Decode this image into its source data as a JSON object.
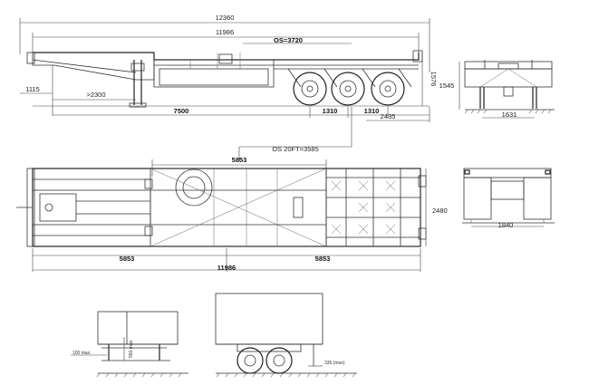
{
  "side_view": {
    "overall_length": "12360",
    "frame_length": "11986",
    "os_label": "OS=3720",
    "front_overhang": "1115",
    "landing_gear_offset": ">2300",
    "kingpin_to_axle": "7500",
    "axle_spacing_1": "1310",
    "axle_spacing_2": "1310",
    "rear_overhang": "2435",
    "height": "1576"
  },
  "plan_view": {
    "os_20ft": "OS 20FT=3585",
    "container_len_top": "5853",
    "container_len_left": "5853",
    "container_len_right": "5853",
    "overall_length": "11986",
    "overall_width": "2480"
  },
  "front_view": {
    "height": "1545",
    "track": "1631"
  },
  "rear_view": {
    "width": "1840"
  },
  "detail_left": {
    "label_100": "100 max.",
    "label_550": "550 max."
  },
  "detail_right": {
    "label_335": "335 (max)"
  }
}
